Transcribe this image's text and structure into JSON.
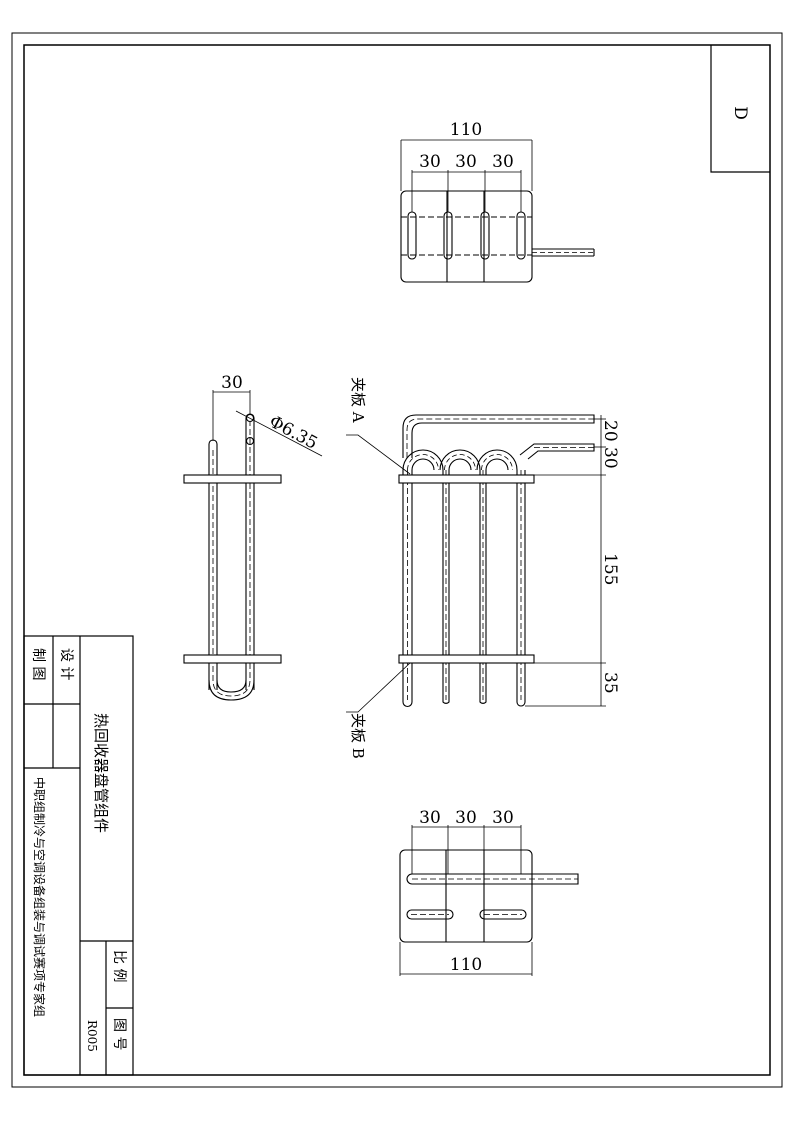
{
  "sheet": {
    "revision_letter": "D"
  },
  "top_view": {
    "overall_width": "110",
    "pitches": [
      "30",
      "30",
      "30"
    ]
  },
  "side_view": {
    "pitch": "30",
    "tube_diameter": "Φ6.35"
  },
  "front_view": {
    "plate_a_label": "夹板 A",
    "plate_b_label": "夹板 B",
    "heights": [
      "20",
      "30",
      "155",
      "35"
    ]
  },
  "bottom_view": {
    "overall_width": "110",
    "pitches": [
      "30",
      "30",
      "30"
    ]
  },
  "title_block": {
    "designer_label": "设 计",
    "drafter_label": "制 图",
    "title": "热回收器盘管组件",
    "organization": "中职组制冷与空调设备组装与调试赛项专家组",
    "scale_label": "比 例",
    "drawing_no_label": "图 号",
    "drawing_no": "R005"
  }
}
